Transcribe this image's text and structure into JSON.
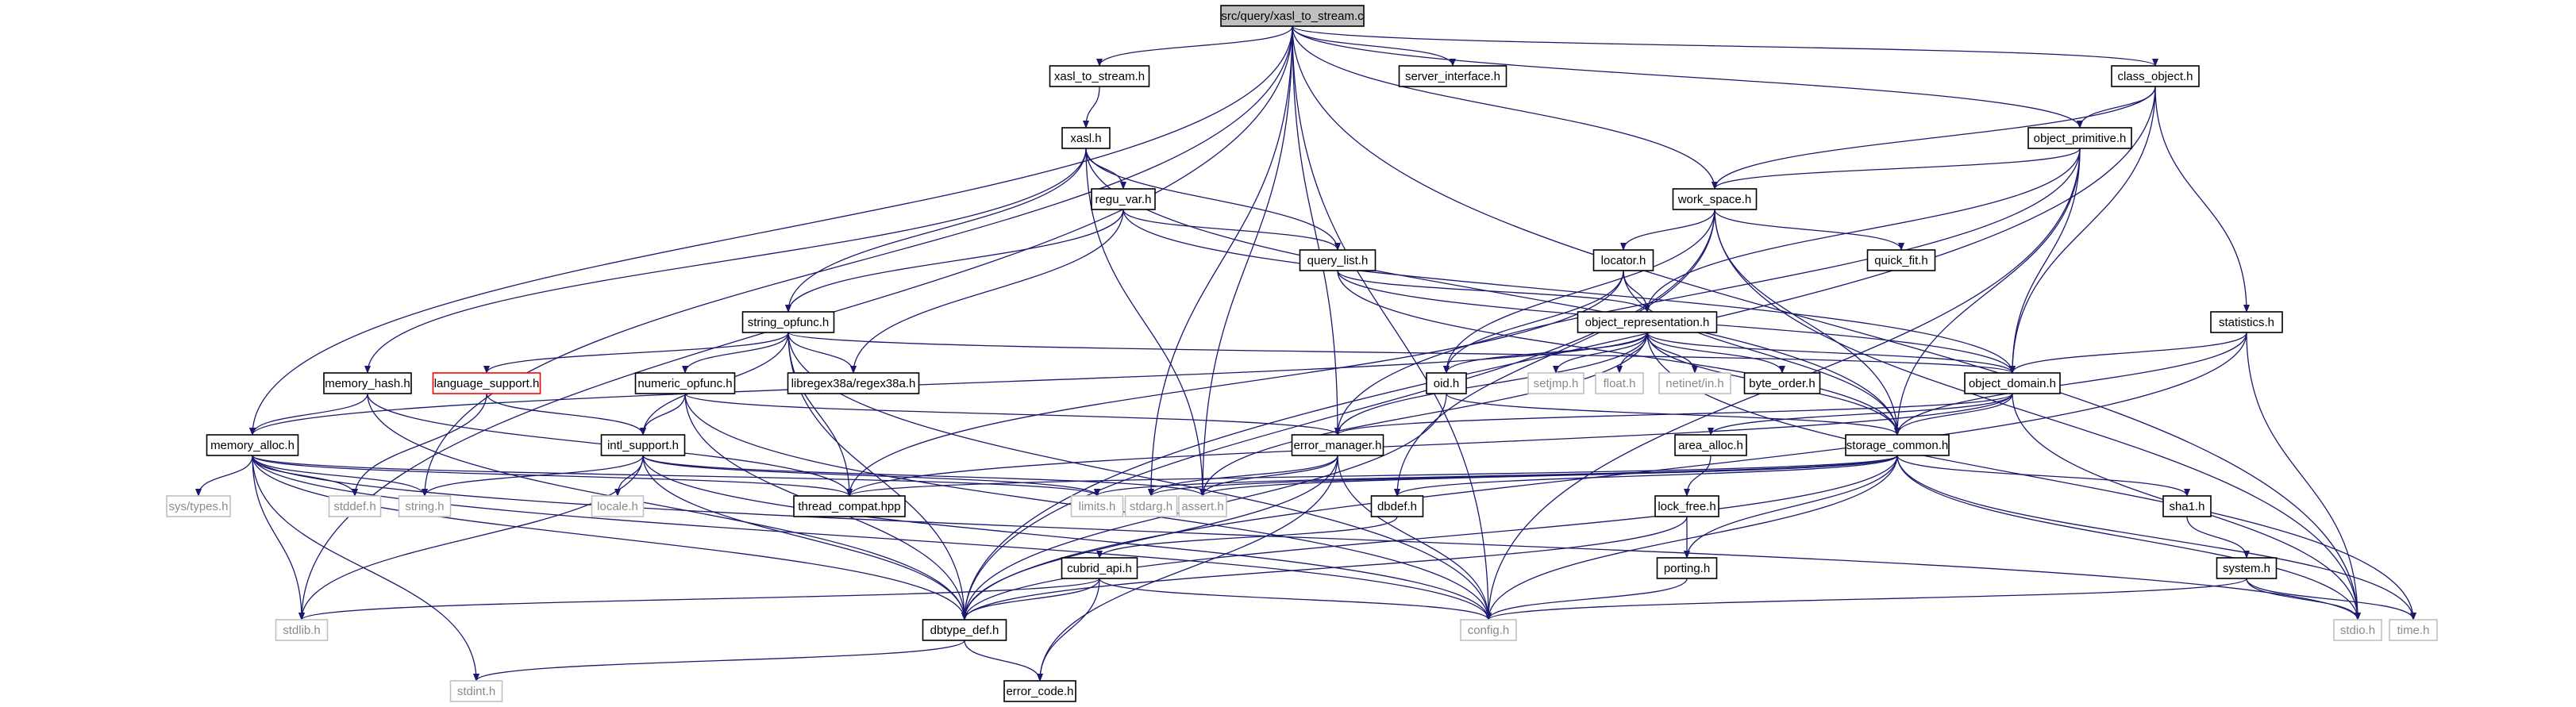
{
  "diagram": {
    "root": "src/query/xasl_to_stream.c",
    "nodes": [
      {
        "id": "root",
        "label": "src/query/xasl_to_stream.c",
        "style": "root"
      },
      {
        "id": "xasl_to_stream_h",
        "label": "xasl_to_stream.h",
        "style": "normal"
      },
      {
        "id": "server_interface_h",
        "label": "server_interface.h",
        "style": "normal"
      },
      {
        "id": "class_object_h",
        "label": "class_object.h",
        "style": "normal"
      },
      {
        "id": "xasl_h",
        "label": "xasl.h",
        "style": "normal"
      },
      {
        "id": "object_primitive_h",
        "label": "object_primitive.h",
        "style": "normal"
      },
      {
        "id": "regu_var_h",
        "label": "regu_var.h",
        "style": "normal"
      },
      {
        "id": "work_space_h",
        "label": "work_space.h",
        "style": "normal"
      },
      {
        "id": "query_list_h",
        "label": "query_list.h",
        "style": "normal"
      },
      {
        "id": "locator_h",
        "label": "locator.h",
        "style": "normal"
      },
      {
        "id": "quick_fit_h",
        "label": "quick_fit.h",
        "style": "normal"
      },
      {
        "id": "string_opfunc_h",
        "label": "string_opfunc.h",
        "style": "normal"
      },
      {
        "id": "object_representation_h",
        "label": "object_representation.h",
        "style": "normal"
      },
      {
        "id": "statistics_h",
        "label": "statistics.h",
        "style": "normal"
      },
      {
        "id": "memory_hash_h",
        "label": "memory_hash.h",
        "style": "normal"
      },
      {
        "id": "language_support_h",
        "label": "language_support.h",
        "style": "missing"
      },
      {
        "id": "numeric_opfunc_h",
        "label": "numeric_opfunc.h",
        "style": "normal"
      },
      {
        "id": "regex38a_h",
        "label": "libregex38a/regex38a.h",
        "style": "normal"
      },
      {
        "id": "oid_h",
        "label": "oid.h",
        "style": "normal"
      },
      {
        "id": "setjmp_h",
        "label": "setjmp.h",
        "style": "sys"
      },
      {
        "id": "float_h",
        "label": "float.h",
        "style": "sys"
      },
      {
        "id": "netinet_in_h",
        "label": "netinet/in.h",
        "style": "sys"
      },
      {
        "id": "byte_order_h",
        "label": "byte_order.h",
        "style": "normal"
      },
      {
        "id": "object_domain_h",
        "label": "object_domain.h",
        "style": "normal"
      },
      {
        "id": "memory_alloc_h",
        "label": "memory_alloc.h",
        "style": "normal"
      },
      {
        "id": "intl_support_h",
        "label": "intl_support.h",
        "style": "normal"
      },
      {
        "id": "error_manager_h",
        "label": "error_manager.h",
        "style": "normal"
      },
      {
        "id": "area_alloc_h",
        "label": "area_alloc.h",
        "style": "normal"
      },
      {
        "id": "storage_common_h",
        "label": "storage_common.h",
        "style": "normal"
      },
      {
        "id": "sys_types_h",
        "label": "sys/types.h",
        "style": "sys"
      },
      {
        "id": "stddef_h",
        "label": "stddef.h",
        "style": "sys"
      },
      {
        "id": "string_h",
        "label": "string.h",
        "style": "sys"
      },
      {
        "id": "thread_compat_hpp",
        "label": "thread_compat.hpp",
        "style": "normal"
      },
      {
        "id": "locale_h",
        "label": "locale.h",
        "style": "sys"
      },
      {
        "id": "limits_h",
        "label": "limits.h",
        "style": "sys"
      },
      {
        "id": "stdarg_h",
        "label": "stdarg.h",
        "style": "sys"
      },
      {
        "id": "assert_h",
        "label": "assert.h",
        "style": "sys"
      },
      {
        "id": "dbdef_h",
        "label": "dbdef.h",
        "style": "normal"
      },
      {
        "id": "lock_free_h",
        "label": "lock_free.h",
        "style": "normal"
      },
      {
        "id": "sha1_h",
        "label": "sha1.h",
        "style": "normal"
      },
      {
        "id": "cubrid_api_h",
        "label": "cubrid_api.h",
        "style": "normal"
      },
      {
        "id": "porting_h",
        "label": "porting.h",
        "style": "normal"
      },
      {
        "id": "system_h",
        "label": "system.h",
        "style": "normal"
      },
      {
        "id": "stdlib_h",
        "label": "stdlib.h",
        "style": "sys"
      },
      {
        "id": "dbtype_def_h",
        "label": "dbtype_def.h",
        "style": "normal"
      },
      {
        "id": "config_h",
        "label": "config.h",
        "style": "sys"
      },
      {
        "id": "stdio_h",
        "label": "stdio.h",
        "style": "sys"
      },
      {
        "id": "time_h",
        "label": "time.h",
        "style": "sys"
      },
      {
        "id": "stdint_h",
        "label": "stdint.h",
        "style": "sys"
      },
      {
        "id": "error_code_h",
        "label": "error_code.h",
        "style": "normal"
      }
    ],
    "edges": [
      [
        "root",
        "xasl_to_stream_h"
      ],
      [
        "root",
        "server_interface_h"
      ],
      [
        "root",
        "class_object_h"
      ],
      [
        "root",
        "object_primitive_h"
      ],
      [
        "root",
        "work_space_h"
      ],
      [
        "root",
        "memory_alloc_h"
      ],
      [
        "root",
        "string_h"
      ],
      [
        "root",
        "stdlib_h"
      ],
      [
        "root",
        "stdio_h"
      ],
      [
        "root",
        "stdarg_h"
      ],
      [
        "root",
        "assert_h"
      ],
      [
        "root",
        "error_manager_h"
      ],
      [
        "root",
        "config_h"
      ],
      [
        "xasl_to_stream_h",
        "xasl_h"
      ],
      [
        "xasl_h",
        "regu_var_h"
      ],
      [
        "xasl_h",
        "query_list_h"
      ],
      [
        "xasl_h",
        "string_opfunc_h"
      ],
      [
        "xasl_h",
        "memory_hash_h"
      ],
      [
        "xasl_h",
        "storage_common_h"
      ],
      [
        "xasl_h",
        "assert_h"
      ],
      [
        "regu_var_h",
        "query_list_h"
      ],
      [
        "regu_var_h",
        "string_opfunc_h"
      ],
      [
        "regu_var_h",
        "regex38a_h"
      ],
      [
        "regu_var_h",
        "object_domain_h"
      ],
      [
        "class_object_h",
        "object_primitive_h"
      ],
      [
        "class_object_h",
        "work_space_h"
      ],
      [
        "class_object_h",
        "statistics_h"
      ],
      [
        "class_object_h",
        "object_domain_h"
      ],
      [
        "class_object_h",
        "dbtype_def_h"
      ],
      [
        "object_primitive_h",
        "work_space_h"
      ],
      [
        "object_primitive_h",
        "object_representation_h"
      ],
      [
        "object_primitive_h",
        "object_domain_h"
      ],
      [
        "object_primitive_h",
        "error_manager_h"
      ],
      [
        "object_primitive_h",
        "config_h"
      ],
      [
        "object_primitive_h",
        "storage_common_h"
      ],
      [
        "work_space_h",
        "locator_h"
      ],
      [
        "work_space_h",
        "quick_fit_h"
      ],
      [
        "work_space_h",
        "oid_h"
      ],
      [
        "work_space_h",
        "dbtype_def_h"
      ],
      [
        "work_space_h",
        "dbdef_h"
      ],
      [
        "work_space_h",
        "stdio_h"
      ],
      [
        "work_space_h",
        "storage_common_h"
      ],
      [
        "query_list_h",
        "object_representation_h"
      ],
      [
        "query_list_h",
        "object_domain_h"
      ],
      [
        "query_list_h",
        "storage_common_h"
      ],
      [
        "locator_h",
        "object_representation_h"
      ],
      [
        "locator_h",
        "oid_h"
      ],
      [
        "locator_h",
        "thread_compat_hpp"
      ],
      [
        "locator_h",
        "storage_common_h"
      ],
      [
        "string_opfunc_h",
        "language_support_h"
      ],
      [
        "string_opfunc_h",
        "numeric_opfunc_h"
      ],
      [
        "string_opfunc_h",
        "regex38a_h"
      ],
      [
        "string_opfunc_h",
        "intl_support_h"
      ],
      [
        "string_opfunc_h",
        "thread_compat_hpp"
      ],
      [
        "string_opfunc_h",
        "dbtype_def_h"
      ],
      [
        "string_opfunc_h",
        "object_domain_h"
      ],
      [
        "string_opfunc_h",
        "config_h"
      ],
      [
        "object_representation_h",
        "oid_h"
      ],
      [
        "object_representation_h",
        "setjmp_h"
      ],
      [
        "object_representation_h",
        "float_h"
      ],
      [
        "object_representation_h",
        "netinet_in_h"
      ],
      [
        "object_representation_h",
        "byte_order_h"
      ],
      [
        "object_representation_h",
        "object_domain_h"
      ],
      [
        "object_representation_h",
        "error_manager_h"
      ],
      [
        "object_representation_h",
        "memory_alloc_h"
      ],
      [
        "object_representation_h",
        "storage_common_h"
      ],
      [
        "object_representation_h",
        "assert_h"
      ],
      [
        "object_representation_h",
        "time_h"
      ],
      [
        "statistics_h",
        "object_domain_h"
      ],
      [
        "statistics_h",
        "storage_common_h"
      ],
      [
        "statistics_h",
        "stdio_h"
      ],
      [
        "statistics_h",
        "dbtype_def_h"
      ],
      [
        "memory_hash_h",
        "memory_alloc_h"
      ],
      [
        "memory_hash_h",
        "thread_compat_hpp"
      ],
      [
        "memory_hash_h",
        "dbtype_def_h"
      ],
      [
        "language_support_h",
        "intl_support_h"
      ],
      [
        "language_support_h",
        "stddef_h"
      ],
      [
        "numeric_opfunc_h",
        "intl_support_h"
      ],
      [
        "numeric_opfunc_h",
        "error_manager_h"
      ],
      [
        "numeric_opfunc_h",
        "dbtype_def_h"
      ],
      [
        "numeric_opfunc_h",
        "config_h"
      ],
      [
        "oid_h",
        "storage_common_h"
      ],
      [
        "oid_h",
        "dbtype_def_h"
      ],
      [
        "object_domain_h",
        "error_manager_h"
      ],
      [
        "object_domain_h",
        "area_alloc_h"
      ],
      [
        "object_domain_h",
        "storage_common_h"
      ],
      [
        "object_domain_h",
        "stdio_h"
      ],
      [
        "object_domain_h",
        "thread_compat_hpp"
      ],
      [
        "memory_alloc_h",
        "sys_types_h"
      ],
      [
        "memory_alloc_h",
        "stddef_h"
      ],
      [
        "memory_alloc_h",
        "string_h"
      ],
      [
        "memory_alloc_h",
        "thread_compat_hpp"
      ],
      [
        "memory_alloc_h",
        "limits_h"
      ],
      [
        "memory_alloc_h",
        "stdlib_h"
      ],
      [
        "memory_alloc_h",
        "dbtype_def_h"
      ],
      [
        "memory_alloc_h",
        "config_h"
      ],
      [
        "memory_alloc_h",
        "stdio_h"
      ],
      [
        "memory_alloc_h",
        "stdint_h"
      ],
      [
        "intl_support_h",
        "string_h"
      ],
      [
        "intl_support_h",
        "locale_h"
      ],
      [
        "intl_support_h",
        "limits_h"
      ],
      [
        "intl_support_h",
        "stdlib_h"
      ],
      [
        "intl_support_h",
        "dbtype_def_h"
      ],
      [
        "intl_support_h",
        "config_h"
      ],
      [
        "intl_support_h",
        "assert_h"
      ],
      [
        "error_manager_h",
        "stdarg_h"
      ],
      [
        "error_manager_h",
        "assert_h"
      ],
      [
        "error_manager_h",
        "dbtype_def_h"
      ],
      [
        "error_manager_h",
        "config_h"
      ],
      [
        "error_manager_h",
        "error_code_h"
      ],
      [
        "area_alloc_h",
        "lock_free_h"
      ],
      [
        "storage_common_h",
        "limits_h"
      ],
      [
        "storage_common_h",
        "stdarg_h"
      ],
      [
        "storage_common_h",
        "assert_h"
      ],
      [
        "storage_common_h",
        "dbdef_h"
      ],
      [
        "storage_common_h",
        "sha1_h"
      ],
      [
        "storage_common_h",
        "porting_h"
      ],
      [
        "storage_common_h",
        "config_h"
      ],
      [
        "storage_common_h",
        "stdio_h"
      ],
      [
        "storage_common_h",
        "time_h"
      ],
      [
        "storage_common_h",
        "dbtype_def_h"
      ],
      [
        "storage_common_h",
        "thread_compat_hpp"
      ],
      [
        "dbdef_h",
        "cubrid_api_h"
      ],
      [
        "lock_free_h",
        "porting_h"
      ],
      [
        "lock_free_h",
        "dbtype_def_h"
      ],
      [
        "sha1_h",
        "system_h"
      ],
      [
        "system_h",
        "config_h"
      ],
      [
        "system_h",
        "stdio_h"
      ],
      [
        "system_h",
        "time_h"
      ],
      [
        "cubrid_api_h",
        "dbtype_def_h"
      ],
      [
        "cubrid_api_h",
        "stdlib_h"
      ],
      [
        "cubrid_api_h",
        "config_h"
      ],
      [
        "cubrid_api_h",
        "error_code_h"
      ],
      [
        "porting_h",
        "config_h"
      ],
      [
        "dbtype_def_h",
        "stdint_h"
      ],
      [
        "dbtype_def_h",
        "error_code_h"
      ]
    ]
  }
}
